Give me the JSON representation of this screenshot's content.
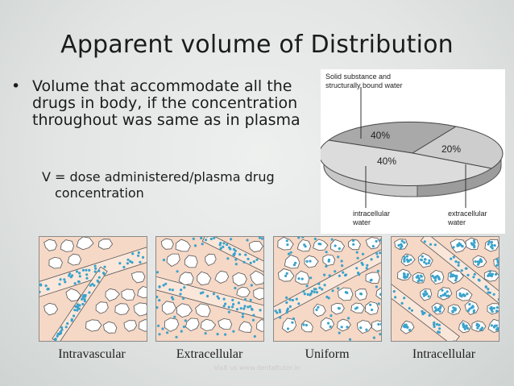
{
  "slide": {
    "title": "Apparent volume of Distribution",
    "bullet_marker": "•",
    "bullet_text": "Volume that accommodate all the drugs in body, if the concentration throughout was same as in plasma",
    "formula_line1": "V = dose administered/plasma drug",
    "formula_line2": "concentration",
    "footer": "Visit us www.dentaltutor.in"
  },
  "pie_figure": {
    "label_top": [
      "Solid substance and",
      "structurally bound water"
    ],
    "label_bottom_left": [
      "intracellular",
      "water"
    ],
    "label_bottom_right": [
      "extracellular",
      "water"
    ],
    "slices": [
      {
        "name": "Solid substance and structurally bound water",
        "percent": 40,
        "label": "40%",
        "color": "#a9a9a9"
      },
      {
        "name": "intracellular water",
        "percent": 40,
        "label": "40%",
        "color": "#d9d9d9"
      },
      {
        "name": "extracellular water",
        "percent": 20,
        "label": "20%",
        "color": "#cccccc"
      }
    ]
  },
  "distribution_panels": [
    {
      "id": "intravascular",
      "caption": "Intravascular"
    },
    {
      "id": "extracellular",
      "caption": "Extracellular"
    },
    {
      "id": "uniform",
      "caption": "Uniform"
    },
    {
      "id": "intracellular",
      "caption": "Intracellular"
    }
  ],
  "colors": {
    "tissue": "#f6d8c6",
    "cell": "#ffffff",
    "drug_dot": "#3aa3cc"
  }
}
